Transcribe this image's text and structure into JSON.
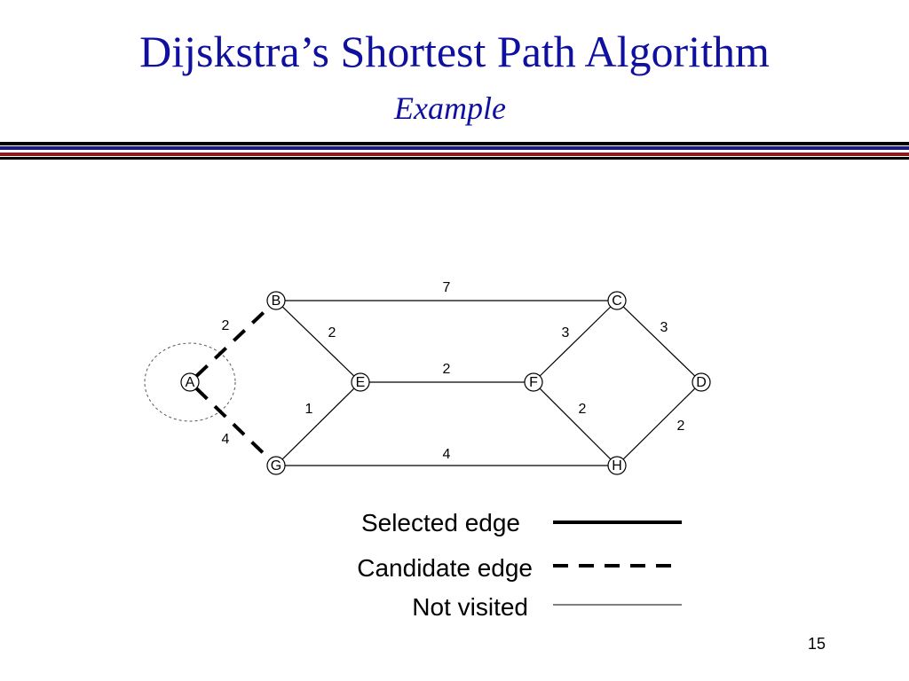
{
  "slide": {
    "title": "Dijskstra’s Shortest Path Algorithm",
    "subtitle": "Example",
    "page_number": "15"
  },
  "graph": {
    "nodes": [
      {
        "id": "A",
        "label": "A"
      },
      {
        "id": "B",
        "label": "B"
      },
      {
        "id": "C",
        "label": "C"
      },
      {
        "id": "D",
        "label": "D"
      },
      {
        "id": "E",
        "label": "E"
      },
      {
        "id": "F",
        "label": "F"
      },
      {
        "id": "G",
        "label": "G"
      },
      {
        "id": "H",
        "label": "H"
      }
    ],
    "edges": [
      {
        "from": "A",
        "to": "B",
        "weight": "2",
        "state": "candidate"
      },
      {
        "from": "A",
        "to": "G",
        "weight": "4",
        "state": "candidate"
      },
      {
        "from": "B",
        "to": "C",
        "weight": "7",
        "state": "not-visited"
      },
      {
        "from": "B",
        "to": "E",
        "weight": "2",
        "state": "not-visited"
      },
      {
        "from": "E",
        "to": "F",
        "weight": "2",
        "state": "not-visited"
      },
      {
        "from": "E",
        "to": "G",
        "weight": "1",
        "state": "not-visited"
      },
      {
        "from": "G",
        "to": "H",
        "weight": "4",
        "state": "not-visited"
      },
      {
        "from": "F",
        "to": "C",
        "weight": "3",
        "state": "not-visited"
      },
      {
        "from": "F",
        "to": "H",
        "weight": "2",
        "state": "not-visited"
      },
      {
        "from": "C",
        "to": "D",
        "weight": "3",
        "state": "not-visited"
      },
      {
        "from": "H",
        "to": "D",
        "weight": "2",
        "state": "not-visited"
      }
    ],
    "highlighted_node": "A"
  },
  "legend": {
    "selected": "Selected edge",
    "candidate": "Candidate edge",
    "not_visited": "Not visited"
  }
}
